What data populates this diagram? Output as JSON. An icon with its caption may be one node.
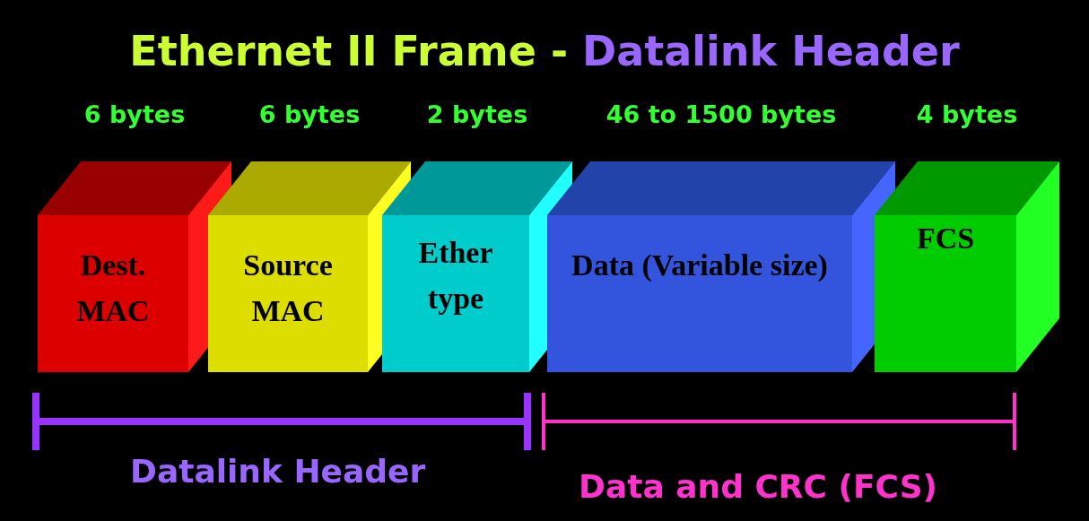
{
  "diagram": {
    "title": "Ethernet II Frame - Datalink Header",
    "nodes": [
      {
        "text": [
          "Dest. MAC"
        ],
        "beside": [
          "6 bytes"
        ]
      },
      {
        "text": [
          "Source MAC"
        ],
        "beside": [
          "6 bytes"
        ]
      },
      {
        "text": [
          "Ether type"
        ],
        "beside": [
          "2 bytes"
        ]
      },
      {
        "text": [
          "Data (Variable size)"
        ],
        "beside": [
          "46 to 1500 bytes"
        ]
      },
      {
        "text": [
          "FCS"
        ],
        "beside": [
          "4 bytes"
        ]
      }
    ],
    "labels": [
      "Datalink Header",
      "Data and CRC (FCS)"
    ]
  }
}
